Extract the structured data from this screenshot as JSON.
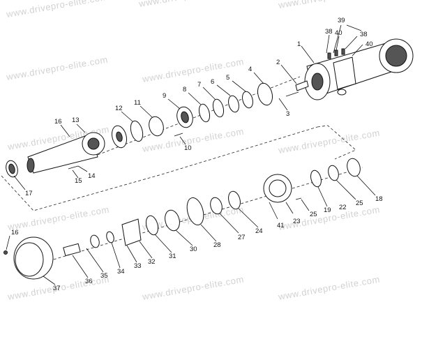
{
  "watermark": "www.drivepro-elite.com",
  "callouts": {
    "c1": "1",
    "c2": "2",
    "c3": "3",
    "c4": "4",
    "c5": "5",
    "c6": "6",
    "c7": "7",
    "c8": "8",
    "c9": "9",
    "c10": "10",
    "c11": "11",
    "c12": "12",
    "c13": "13",
    "c14": "14",
    "c15": "15",
    "c16a": "16",
    "c16b": "16",
    "c17": "17",
    "c18": "18",
    "c19": "19",
    "c22": "22",
    "c23": "23",
    "c24": "24",
    "c25a": "25",
    "c25b": "25",
    "c27": "27",
    "c28": "28",
    "c30": "30",
    "c31": "31",
    "c32": "32",
    "c33": "33",
    "c34": "34",
    "c35": "35",
    "c36": "36",
    "c37": "37",
    "c38a": "38",
    "c38b": "38",
    "c39": "39",
    "c40a": "40",
    "c40b": "40",
    "c41": "41"
  }
}
